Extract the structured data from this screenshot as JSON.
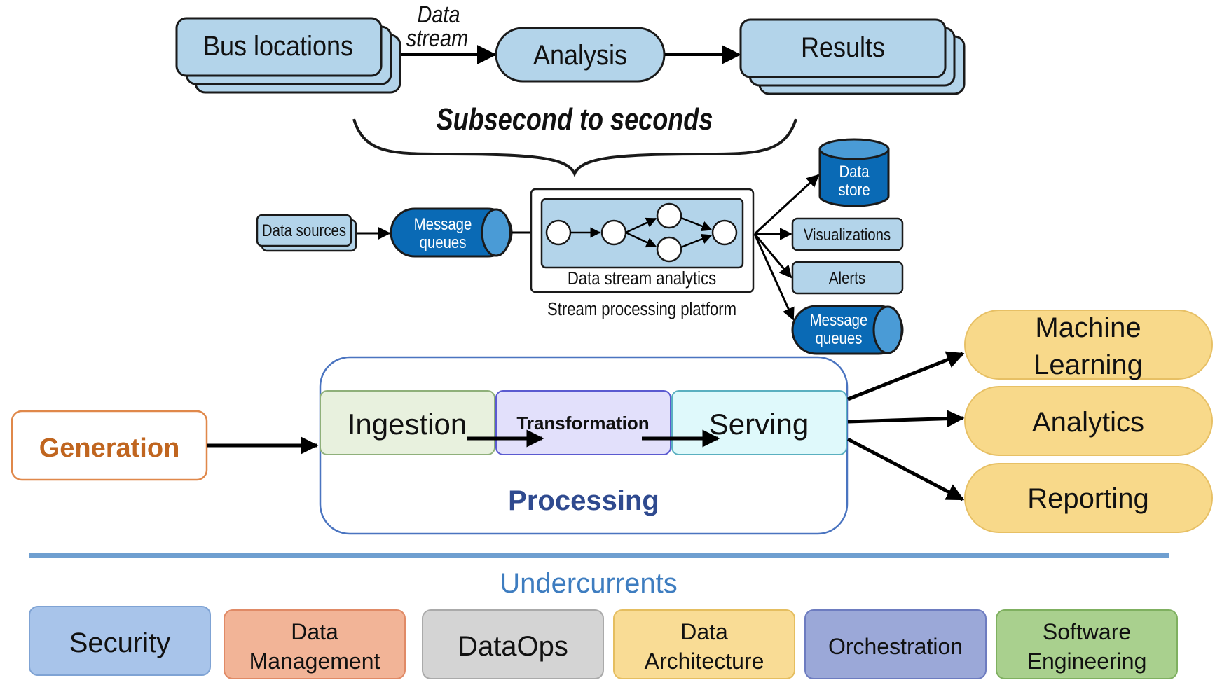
{
  "top_flow": {
    "bus_locations": "Bus locations",
    "data_stream_line1": "Data",
    "data_stream_line2": "stream",
    "analysis": "Analysis",
    "results": "Results",
    "latency": "Subsecond to seconds"
  },
  "stream_platform": {
    "data_sources": "Data sources",
    "message_queues_in_line1": "Message",
    "message_queues_in_line2": "queues",
    "data_stream_analytics": "Data stream analytics",
    "platform_label": "Stream processing platform",
    "data_store_line1": "Data",
    "data_store_line2": "store",
    "visualizations": "Visualizations",
    "alerts": "Alerts",
    "message_queues_out_line1": "Message",
    "message_queues_out_line2": "queues"
  },
  "lifecycle": {
    "generation": "Generation",
    "ingestion": "Ingestion",
    "transformation": "Transformation",
    "serving": "Serving",
    "processing": "Processing",
    "outputs": {
      "ml_line1": "Machine",
      "ml_line2": "Learning",
      "analytics": "Analytics",
      "reporting": "Reporting"
    }
  },
  "undercurrents": {
    "title": "Undercurrents",
    "security": "Security",
    "data_management_line1": "Data",
    "data_management_line2": "Management",
    "dataops": "DataOps",
    "data_architecture_line1": "Data",
    "data_architecture_line2": "Architecture",
    "orchestration": "Orchestration",
    "software_engineering_line1": "Software",
    "software_engineering_line2": "Engineering"
  },
  "colors": {
    "light_blue_fill": "#b3d4ea",
    "dark_blue_fill": "#0a6ab5",
    "generation_text": "#c0651f",
    "generation_border": "#e0884a",
    "ingestion_fill": "#e8f1de",
    "transformation_fill": "#e2e0fb",
    "serving_fill": "#dff9fb",
    "processing_text": "#2f4a8f",
    "output_fill": "#f8d98a",
    "undercurrent_line": "#6f9fd0",
    "undercurrent_title": "#3e7dc0",
    "security_fill": "#a8c4ea",
    "data_management_fill": "#f2b497",
    "dataops_fill": "#d4d4d4",
    "data_architecture_fill": "#f9dc95",
    "orchestration_fill": "#9ba8d8",
    "software_engineering_fill": "#a9d08e"
  }
}
